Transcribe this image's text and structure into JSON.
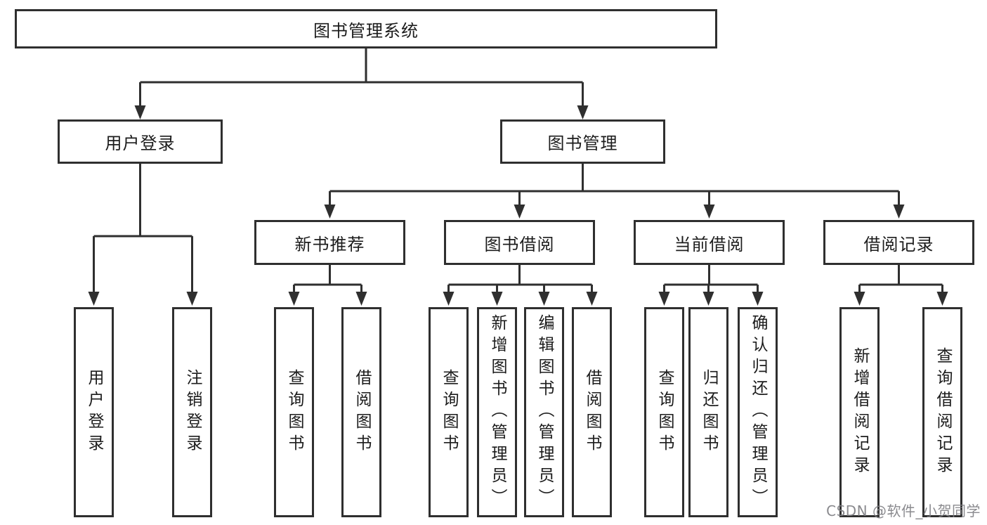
{
  "diagram": {
    "type": "hierarchy",
    "title": "图书管理系统"
  },
  "tree": {
    "root": {
      "label": "图书管理系统",
      "children": [
        {
          "label": "用户登录",
          "children": [
            {
              "label": "用户登录"
            },
            {
              "label": "注销登录"
            }
          ]
        },
        {
          "label": "图书管理",
          "children": [
            {
              "label": "新书推荐",
              "children": [
                {
                  "label": "查询图书"
                },
                {
                  "label": "借阅图书"
                }
              ]
            },
            {
              "label": "图书借阅",
              "children": [
                {
                  "label": "查询图书"
                },
                {
                  "label": "新增图书（管理员）"
                },
                {
                  "label": "编辑图书（管理员）"
                },
                {
                  "label": "借阅图书"
                }
              ]
            },
            {
              "label": "当前借阅",
              "children": [
                {
                  "label": "查询图书"
                },
                {
                  "label": "归还图书"
                },
                {
                  "label": "确认归还（管理员）"
                }
              ]
            },
            {
              "label": "借阅记录",
              "children": [
                {
                  "label": "新增借阅记录"
                },
                {
                  "label": "查询借阅记录"
                }
              ]
            }
          ]
        }
      ]
    }
  },
  "watermark": {
    "text": "CSDN @软件_小贺同学"
  },
  "colors": {
    "line": "#2f2f2f",
    "box_border": "#2f2f2f",
    "box_fill": "#ffffff",
    "text": "#1c1c1c",
    "watermark": "#7d7d82"
  }
}
